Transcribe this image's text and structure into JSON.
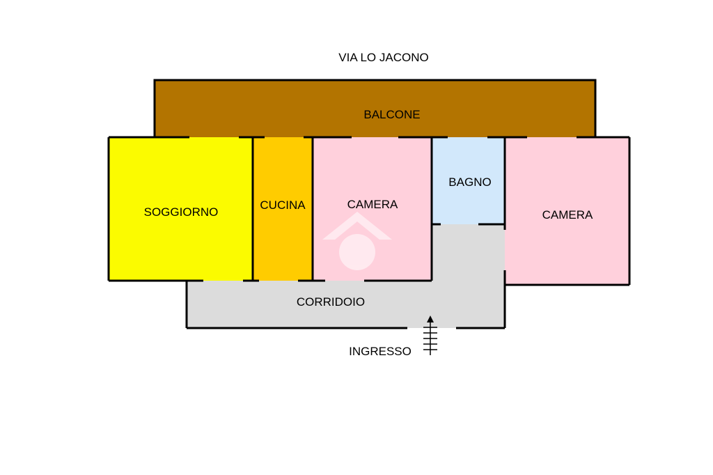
{
  "street_label": "VIA LO JACONO",
  "rooms": {
    "balcone": {
      "label": "BALCONE",
      "color": "#b37400"
    },
    "soggiorno": {
      "label": "SOGGIORNO",
      "color": "#fbfb00"
    },
    "cucina": {
      "label": "CUCINA",
      "color": "#ffcc00"
    },
    "camera_1": {
      "label": "CAMERA",
      "color": "#ffd0dc"
    },
    "bagno": {
      "label": "BAGNO",
      "color": "#d2e8fb"
    },
    "camera_2": {
      "label": "CAMERA",
      "color": "#ffd0dc"
    },
    "corridoio": {
      "label": "CORRIDOIO",
      "color": "#dcdcdc"
    }
  },
  "entrance_label": "INGRESSO"
}
